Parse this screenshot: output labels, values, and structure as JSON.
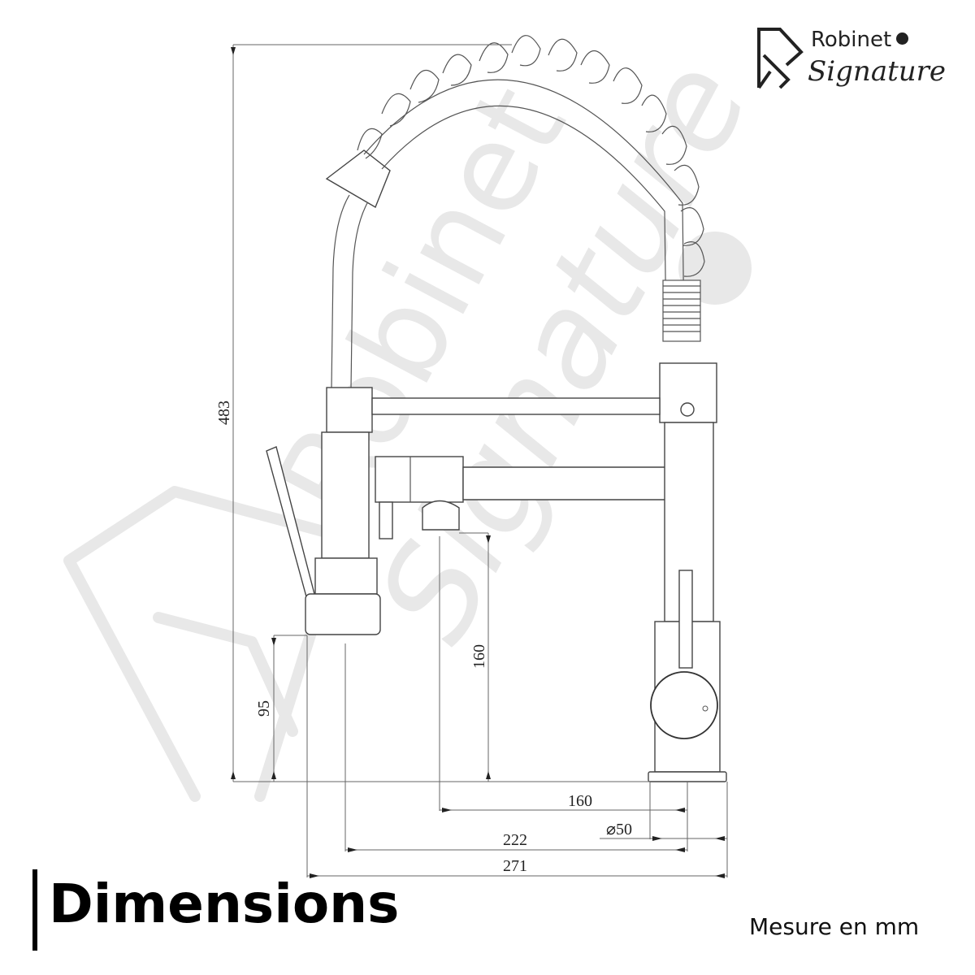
{
  "brand": {
    "name_line1": "Robinet",
    "name_line2": "Signature",
    "watermark_line1": "Robinet",
    "watermark_line2": "Signature"
  },
  "title": "Dimensions",
  "unit_note": "Mesure en mm",
  "drawing": {
    "subject": "pull-down spring kitchen faucet (side elevation)",
    "dimensions": {
      "total_height": "483",
      "spray_head_height": "95",
      "spout_height": "160",
      "spout_reach": "160",
      "base_diameter": "⌀50",
      "spray_reach": "222",
      "total_width": "271"
    }
  },
  "colors": {
    "line": "#555555",
    "text": "#111111",
    "watermark": "#e8e8e8",
    "background": "#ffffff"
  }
}
